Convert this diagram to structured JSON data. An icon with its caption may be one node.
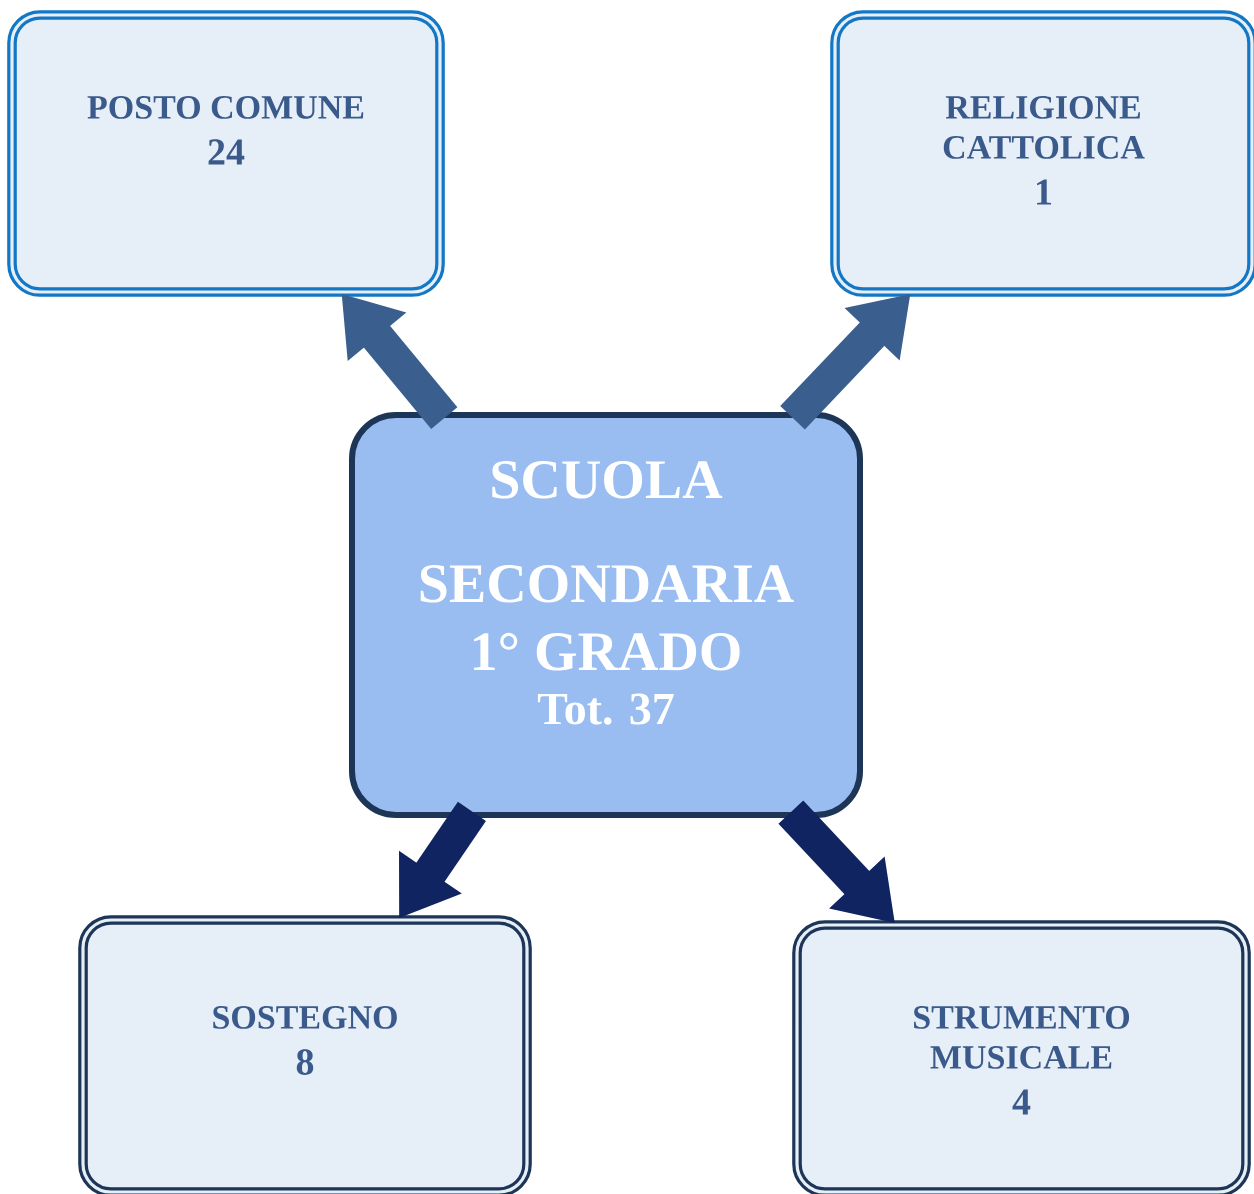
{
  "diagram": {
    "nodes": [
      {
        "text": [
          "SCUOLA",
          "SECONDARIA 1° GRADO",
          "Tot. 37"
        ]
      },
      {
        "text": [
          "POSTO COMUNE",
          "24"
        ]
      },
      {
        "text": [
          "RELIGIONE CATTOLICA",
          "1"
        ]
      },
      {
        "text": [
          "SOSTEGNO",
          "8"
        ]
      },
      {
        "text": [
          "STRUMENTO MUSICALE",
          "4"
        ]
      }
    ],
    "edges": [
      {
        "from": 0,
        "to": 1,
        "arrow": "to",
        "color": "#3a5f8f"
      },
      {
        "from": 0,
        "to": 2,
        "arrow": "to",
        "color": "#3a5f8f"
      },
      {
        "from": 0,
        "to": 3,
        "arrow": "to",
        "color": "#0f2460"
      },
      {
        "from": 0,
        "to": 4,
        "arrow": "to",
        "color": "#0f2460"
      }
    ]
  }
}
